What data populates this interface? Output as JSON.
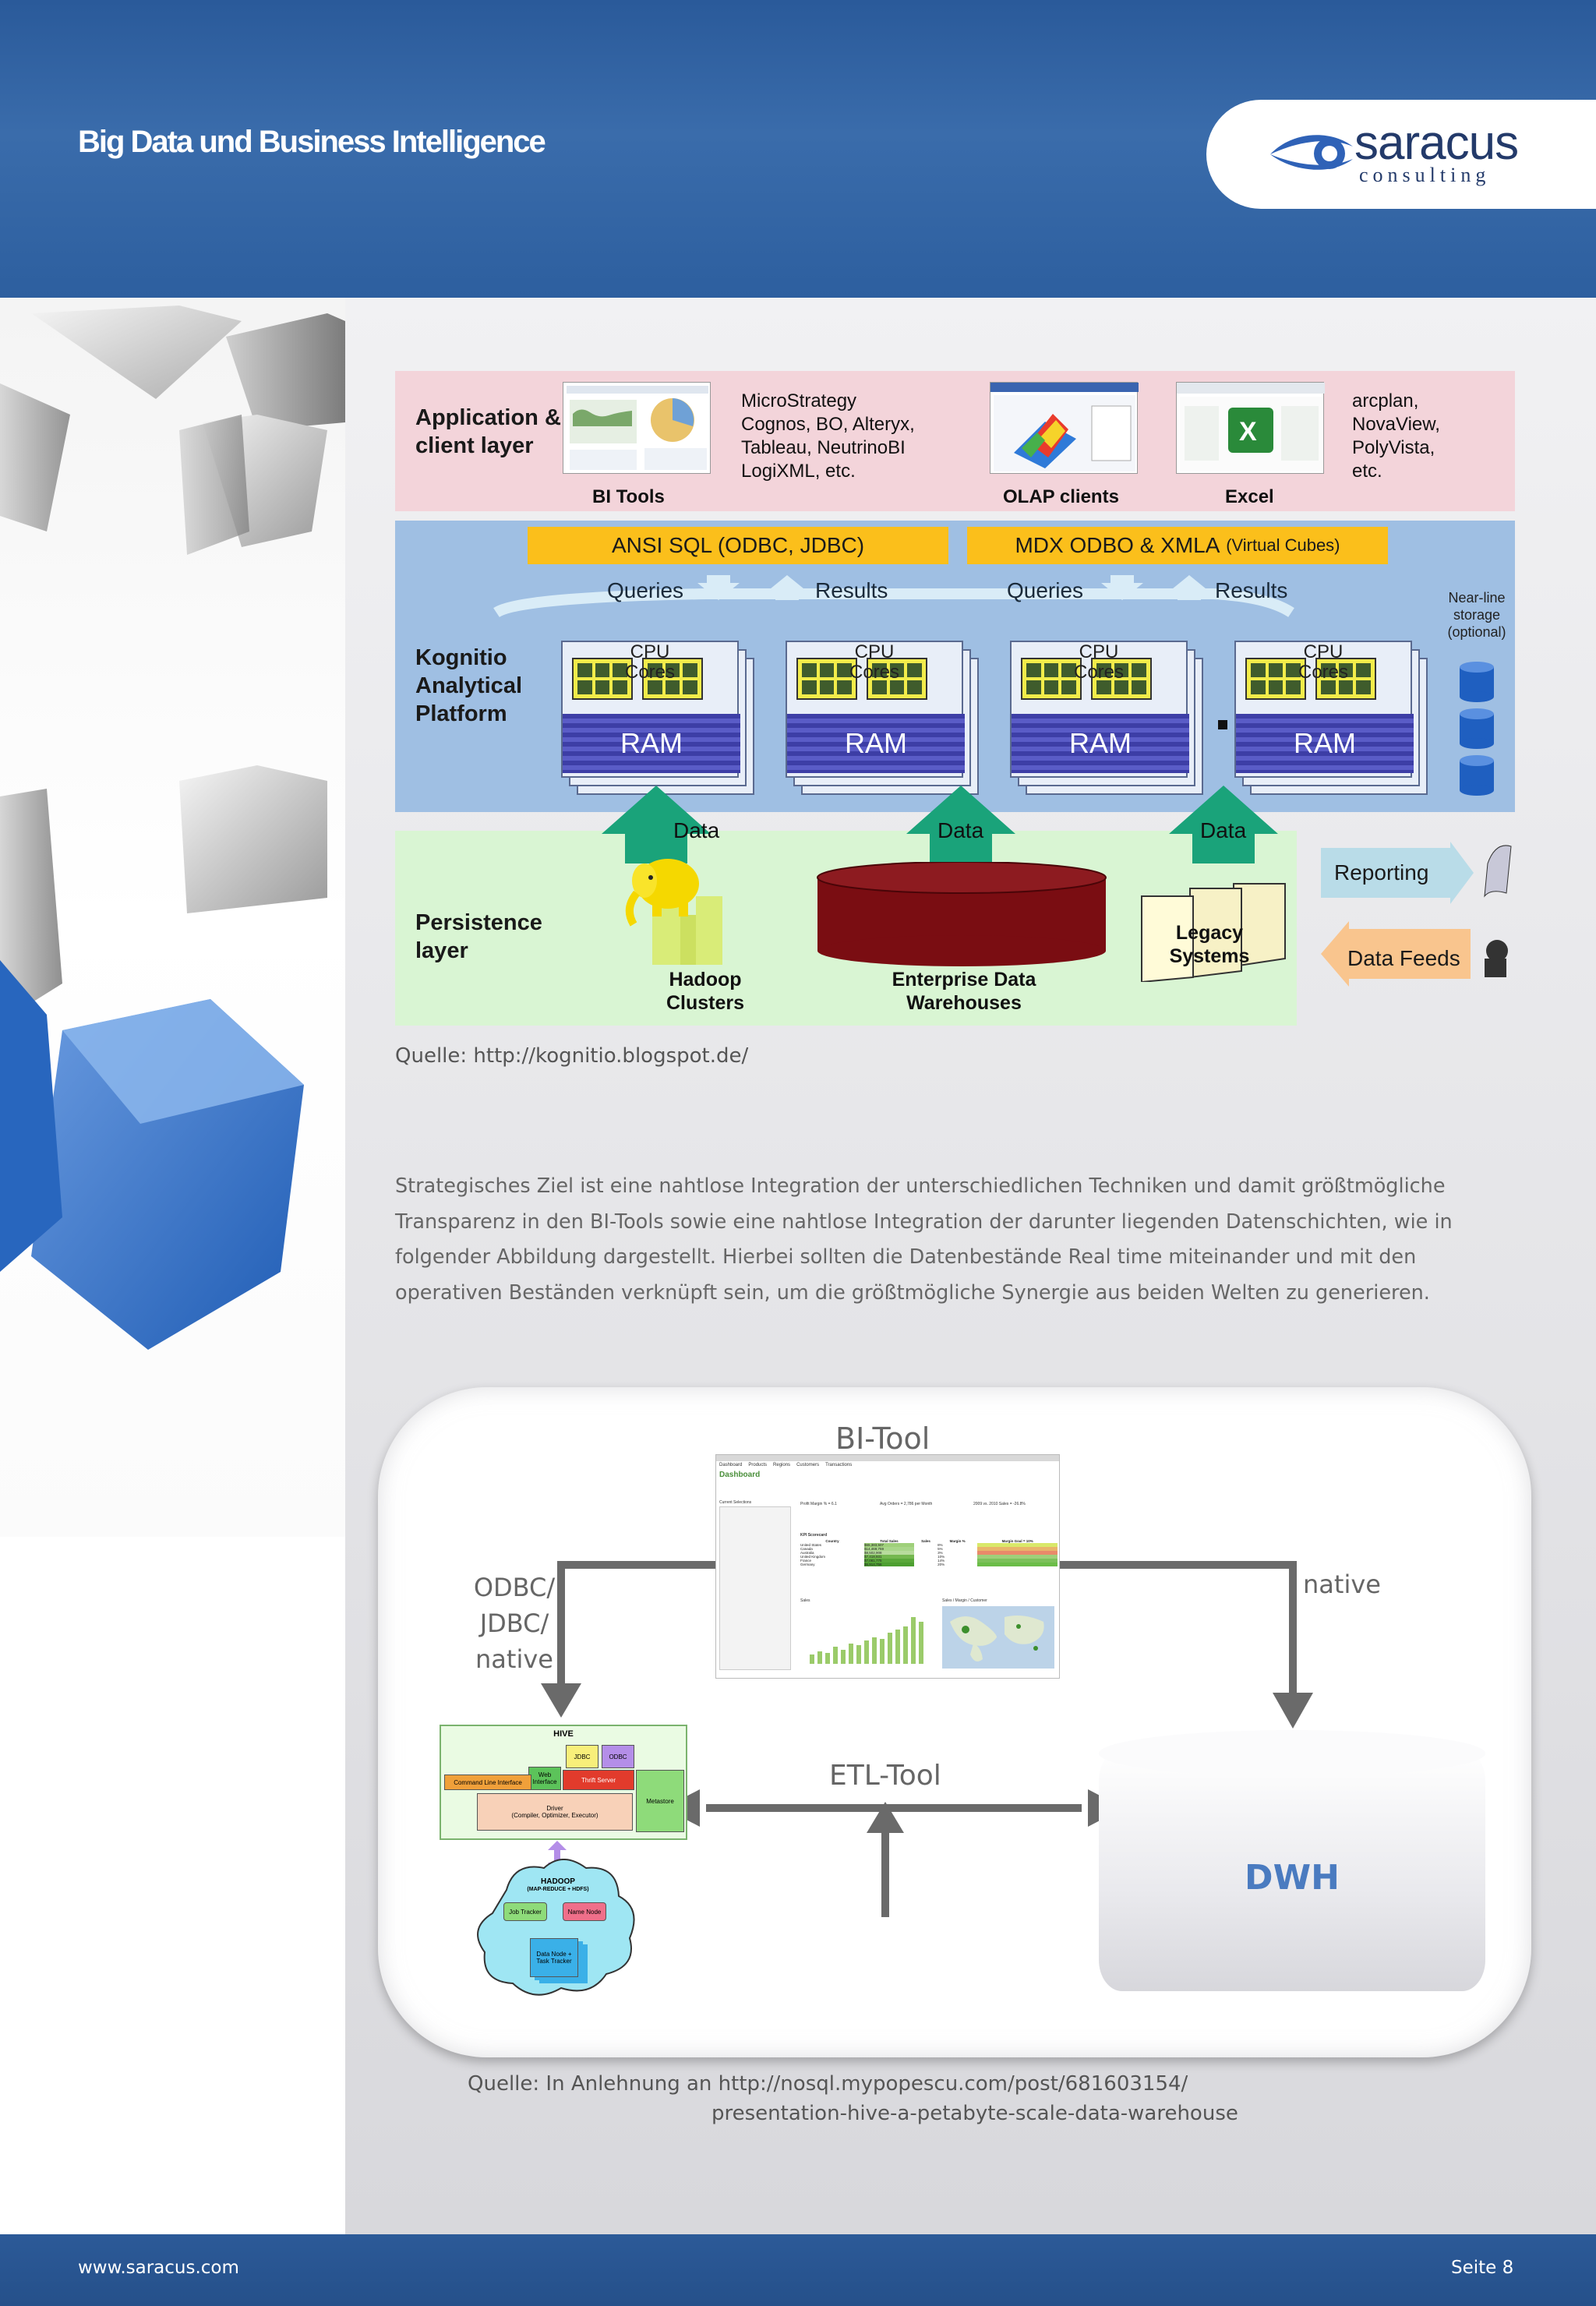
{
  "header": {
    "title": "Big Data und Business Intelligence",
    "logo_main": "saracus",
    "logo_sub": "consulting"
  },
  "kognitio_diagram": {
    "app_layer_label": "Application & client layer",
    "bi_tools_label": "BI Tools",
    "bi_tools_list": "MicroStrategy\nCognos, BO, Alteryx,\nTableau, NeutrinoBI\nLogiXML, etc.",
    "olap_label": "OLAP clients",
    "excel_label": "Excel",
    "other_tools_list": "arcplan,\nNovaView,\nPolyVista,\netc.",
    "ansi_bar": "ANSI SQL (ODBC, JDBC)",
    "mdx_bar": "MDX ODBO & XMLA",
    "mdx_bar_small": "(Virtual Cubes)",
    "queries_1": "Queries",
    "results_1": "Results",
    "queries_2": "Queries",
    "results_2": "Results",
    "platform_label": "Kognitio Analytical Platform",
    "cpu_label": "CPU Cores",
    "ram_label": "RAM",
    "nearline_label": "Near-line storage (optional)",
    "data_label": "Data",
    "persistence_label": "Persistence layer",
    "hadoop_label": "Hadoop Clusters",
    "edw_label": "Enterprise Data Warehouses",
    "legacy_label": "Legacy Systems",
    "reporting_label": "Reporting",
    "datafeeds_label": "Data Feeds"
  },
  "source_1": "Quelle: http://kognitio.blogspot.de/",
  "body_text": "Strategisches Ziel ist eine nahtlose Integration der unterschiedlichen Techniken und damit größtmögliche Transparenz in den BI-Tools sowie eine nahtlose Integration der darunter liegenden Datenschichten, wie in folgender Abbildung dargestellt. Hierbei sollten die Datenbestände Real time miteinander und mit den operativen Beständen  verknüpft sein, um die größtmögliche Synergie aus beiden Welten zu generieren.",
  "integration_diagram": {
    "bi_tool_label": "BI-Tool",
    "odbc_line1": "ODBC/",
    "odbc_line2": "JDBC/",
    "odbc_line3": "native",
    "native_label": "native",
    "etl_label": "ETL-Tool",
    "dwh_label": "DWH",
    "hive": {
      "title": "HIVE",
      "jdbc": "JDBC",
      "odbc": "ODBC",
      "web": "Web Interface",
      "cli": "Command Line Interface",
      "thrift": "Thrift Server",
      "metastore": "Metastore",
      "driver": "Driver",
      "driver_sub": "(Compiler, Optimizer, Executor)"
    },
    "hadoop": {
      "title": "HADOOP",
      "subtitle": "(MAP-REDUCE + HDFS)",
      "job_tracker": "Job Tracker",
      "name_node": "Name Node",
      "data_node": "Data Node + Task Tracker"
    },
    "dashboard": {
      "title": "Dashboard",
      "tabs": [
        "Dashboard",
        "Products",
        "Regions",
        "Customers",
        "Transactions"
      ],
      "current_selections": "Current Selections",
      "kpi_1": "Profit Margin % = 6.1",
      "kpi_2": "Avg Orders = 2,786 per Month",
      "kpi_3": "2009 vs. 2010 Sales = -26.8%",
      "kpi_scorecard": "KPI Scorecard",
      "table_headers": [
        "Country",
        "Total Sales",
        "Sales",
        "Margin %",
        "Margin Goal = 10%"
      ],
      "table_rows": [
        [
          "United States",
          "$65,383,507",
          "",
          "8%",
          ""
        ],
        [
          "Canada",
          "$14,469,759",
          "",
          "5%",
          ""
        ],
        [
          "Australia",
          "$8,502,908",
          "",
          "3%",
          ""
        ],
        [
          "United Kingdom",
          "$7,418,931",
          "",
          "10%",
          ""
        ],
        [
          "France",
          "$7,081,775",
          "",
          "14%",
          ""
        ],
        [
          "Germany",
          "$6,914,756",
          "",
          "20%",
          ""
        ]
      ],
      "chart_title_1": "Sales",
      "chart_title_2": "Sales / Margin / Customer"
    }
  },
  "source_2_line1": "Quelle: In Anlehnung an http://nosql.mypopescu.com/post/681603154/",
  "source_2_line2": "presentation-hive-a-petabyte-scale-data-warehouse",
  "footer": {
    "url": "www.saracus.com",
    "page": "Seite  8"
  },
  "colors": {
    "header_blue": "#2d5f9f",
    "app_layer": "#f3d4da",
    "platform_layer": "#9fbfe3",
    "persistence_layer": "#d9f5d3",
    "bar_orange": "#fbbf1b",
    "data_arrow": "#1aa37a",
    "dwh_blue": "#4a7bc0"
  }
}
